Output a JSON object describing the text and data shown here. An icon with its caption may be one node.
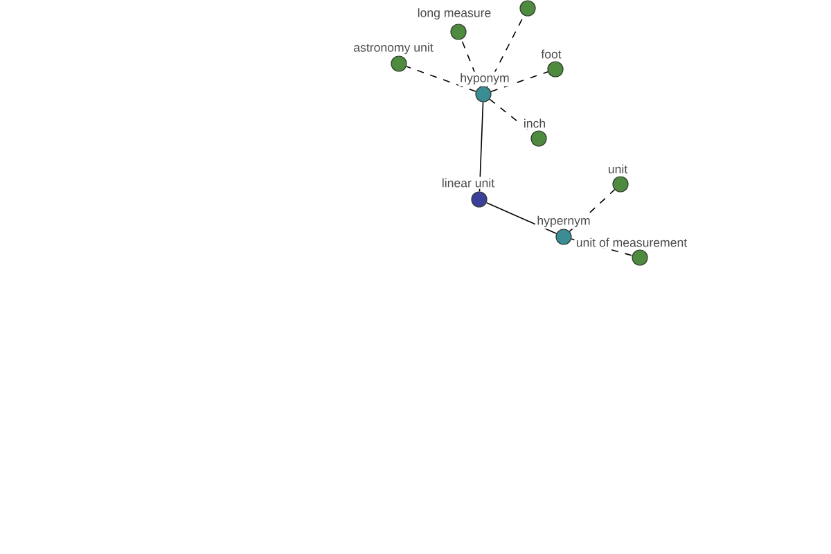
{
  "diagram": {
    "nodes": [
      {
        "text": [],
        "shape": "circle"
      },
      {
        "text": [
          "long measure"
        ]
      },
      {
        "text": [
          "astronomy unit"
        ]
      },
      {
        "text": [
          "foot"
        ]
      },
      {
        "text": [
          "hyponym"
        ]
      },
      {
        "text": [
          "inch"
        ]
      },
      {
        "text": [
          "unit"
        ]
      },
      {
        "text": [
          "linear unit"
        ]
      },
      {
        "text": [
          "hypernym"
        ]
      },
      {
        "text": [
          "unit of measurement"
        ]
      }
    ],
    "edges": [
      {
        "from": 7,
        "to": 4,
        "arrow": "none"
      },
      {
        "from": 7,
        "to": 8,
        "arrow": "none"
      },
      {
        "from": 4,
        "to": 0,
        "arrow": "none",
        "style": "dashed"
      },
      {
        "from": 4,
        "to": 1,
        "arrow": "none",
        "style": "dashed"
      },
      {
        "from": 4,
        "to": 2,
        "arrow": "none",
        "style": "dashed"
      },
      {
        "from": 4,
        "to": 3,
        "arrow": "none",
        "style": "dashed"
      },
      {
        "from": 4,
        "to": 5,
        "arrow": "none",
        "style": "dashed"
      },
      {
        "from": 8,
        "to": 6,
        "arrow": "none",
        "style": "dashed"
      },
      {
        "from": 8,
        "to": 9,
        "arrow": "none",
        "style": "dashed"
      }
    ]
  }
}
